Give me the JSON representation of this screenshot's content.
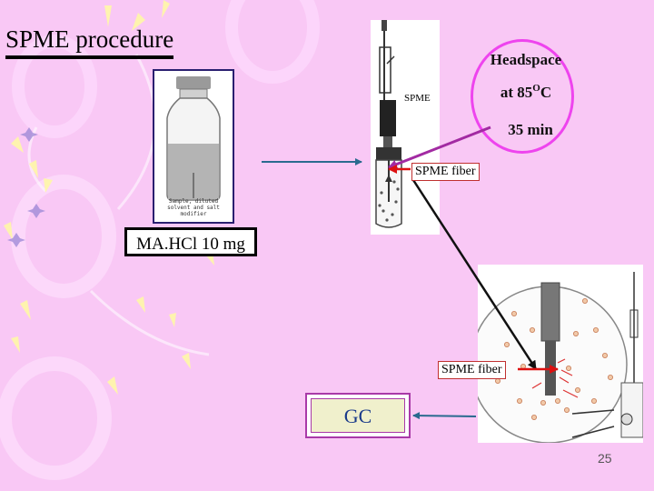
{
  "title": "SPME procedure",
  "vial_caption": "Sample, diluted solvent and salt modifier",
  "spme_device_label": "SPME",
  "conditions": {
    "line1": "Headspace",
    "line2_prefix": "at 85",
    "line2_sup": "O",
    "line2_suffix": "C",
    "line3": "35 min"
  },
  "fiber_label_1": "SPME fiber",
  "fiber_label_2": "SPME fiber",
  "drug_label": "MA.HCl 10 mg",
  "gc_label": "GC",
  "page_number": "25",
  "colors": {
    "background": "#f9c8f5",
    "blue_arrow": "#2a6a8f",
    "bubble_border": "#ee44ee",
    "bubble_pointer": "#a22aa2",
    "red_arrow": "#dd1111",
    "gc_fill": "#f0f0cc",
    "gc_text": "#1a3a8a"
  }
}
